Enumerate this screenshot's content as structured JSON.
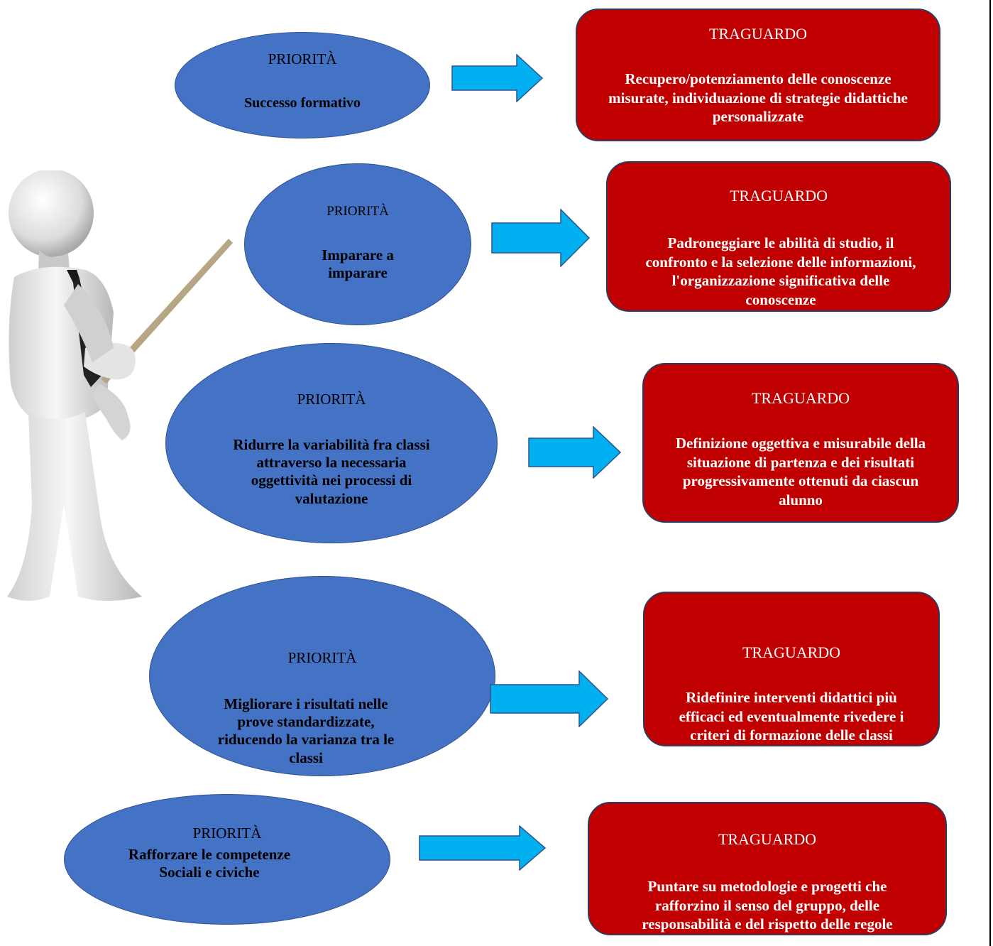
{
  "diagram": {
    "rows": [
      {
        "priority": {
          "label": "PRIORITÀ",
          "text": "Successo formativo"
        },
        "goal": {
          "label": "TRAGUARDO",
          "text": "Recupero/potenziamento delle conoscenze misurate, individuazione di strategie didattiche personalizzate"
        }
      },
      {
        "priority": {
          "label": "PRIORITÀ",
          "text": "Imparare a imparare"
        },
        "goal": {
          "label": "TRAGUARDO",
          "text": "Padroneggiare le abilità di studio, il confronto e la selezione delle informazioni, l'organizzazione significativa delle conoscenze"
        }
      },
      {
        "priority": {
          "label": "PRIORITÀ",
          "text": "Ridurre la variabilità fra classi attraverso la necessaria oggettività nei processi di valutazione"
        },
        "goal": {
          "label": "TRAGUARDO",
          "text": "Definizione oggettiva e misurabile della situazione di partenza e dei risultati progressivamente ottenuti da ciascun alunno"
        }
      },
      {
        "priority": {
          "label": "PRIORITÀ",
          "text": "Migliorare i risultati nelle prove standardizzate, riducendo la varianza tra le classi"
        },
        "goal": {
          "label": "TRAGUARDO",
          "text": "Ridefinire interventi didattici più efficaci ed eventualmente rivedere i criteri di formazione delle classi"
        }
      },
      {
        "priority": {
          "label": "PRIORITÀ",
          "text": "Rafforzare le competenze Sociali e civiche"
        },
        "goal": {
          "label": "TRAGUARDO",
          "text": "Puntare su metodologie e progetti che rafforzino il senso del gruppo, delle responsabilità e del rispetto delle regole"
        }
      }
    ],
    "colors": {
      "priority_fill": "#4472c4",
      "goal_fill": "#c00000",
      "arrow_fill": "#00b0f0"
    },
    "icons": {
      "illustration": "presenter-with-pointer-icon",
      "connector": "right-arrow-icon"
    }
  }
}
